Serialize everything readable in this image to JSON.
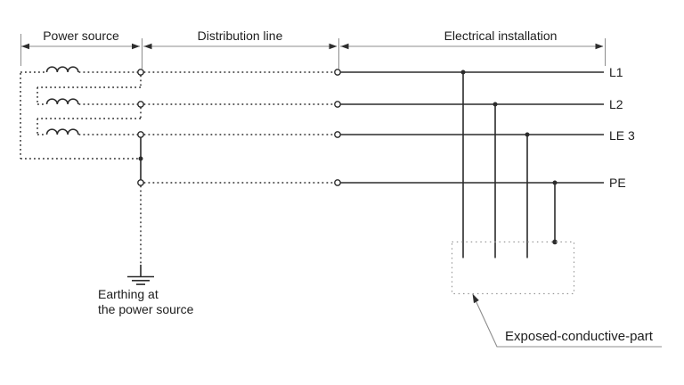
{
  "sections": [
    {
      "label": "Power source"
    },
    {
      "label": "Distribution line"
    },
    {
      "label": "Electrical installation"
    }
  ],
  "conductors": [
    {
      "label": "L1"
    },
    {
      "label": "L2"
    },
    {
      "label": "LE 3"
    },
    {
      "label": "PE"
    }
  ],
  "annotations": {
    "earthing_line1": "Earthing at",
    "earthing_line2": "the power source",
    "exposed_part": "Exposed-conductive-part"
  },
  "colors": {
    "line": "#2b2b2b",
    "dim": "#8c8c8c",
    "box": "#9a9a9a",
    "text": "#1d1d1d",
    "bg": "#ffffff"
  }
}
